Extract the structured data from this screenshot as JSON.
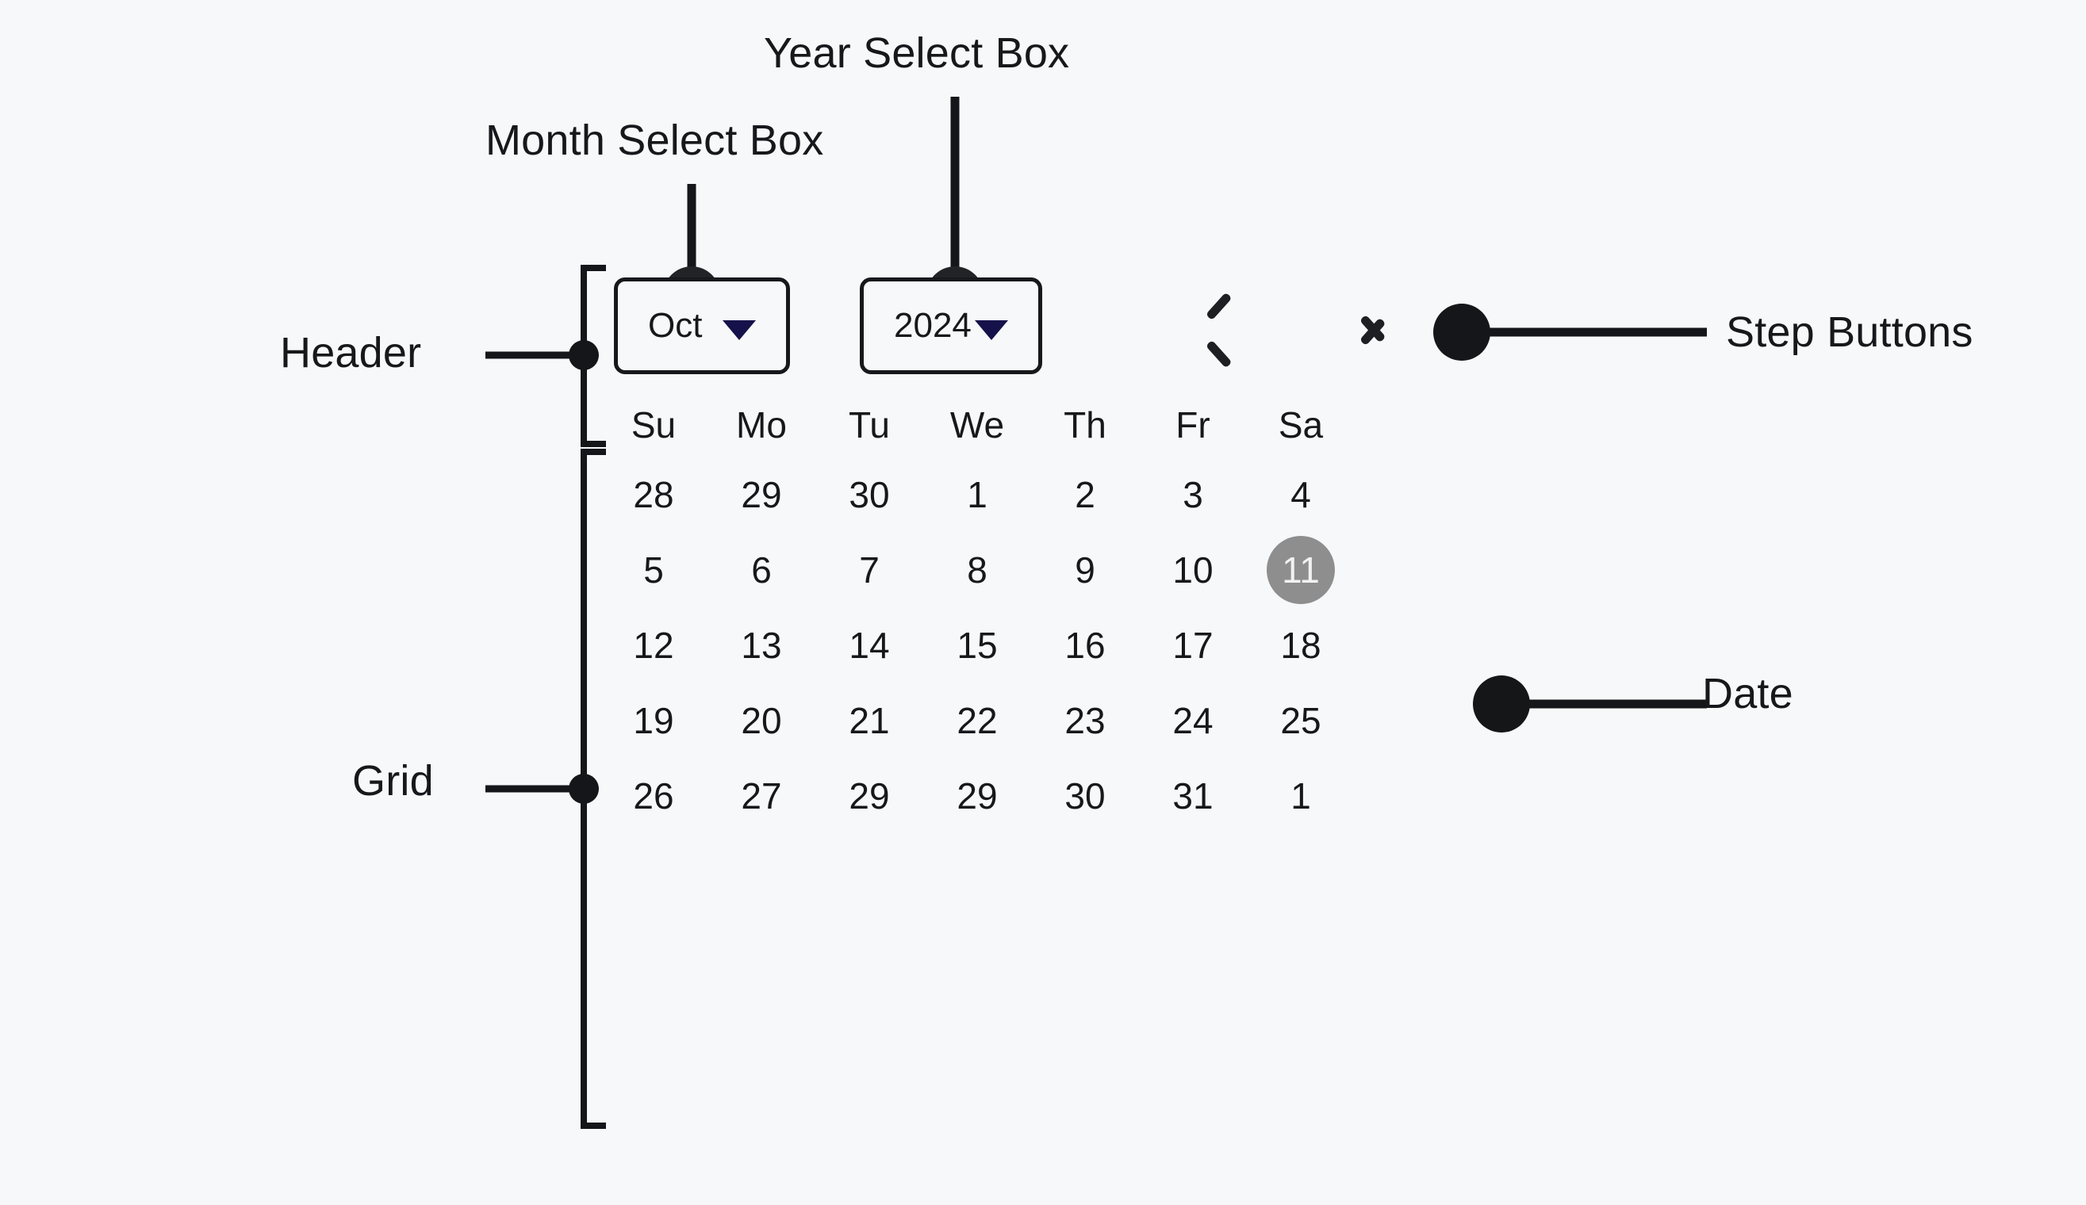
{
  "background_color": "#f7f8fa",
  "annotations": [
    {
      "id": "month-select",
      "label": "Month Select Box"
    },
    {
      "id": "year-select",
      "label": "Year Select Box"
    },
    {
      "id": "header",
      "label": "Header"
    },
    {
      "id": "grid",
      "label": "Grid"
    },
    {
      "id": "step-buttons",
      "label": "Step Buttons"
    },
    {
      "id": "date",
      "label": "Date"
    }
  ],
  "annotation_labels": {
    "month_select": "Month Select Box",
    "year_select": "Year Select Box",
    "header": "Header",
    "grid": "Grid",
    "step_buttons": "Step Buttons",
    "date": "Date"
  },
  "calendar": {
    "header": {
      "month_select": {
        "value": "Oct",
        "icon": "chevron-down-icon"
      },
      "year_select": {
        "value": "2024",
        "icon": "chevron-down-icon"
      },
      "step_buttons": [
        {
          "name": "previous",
          "icon": "chevron-left-icon"
        },
        {
          "name": "next",
          "icon": "chevron-right-icon"
        }
      ]
    },
    "grid": {
      "weekdays": [
        "Su",
        "Mo",
        "Tu",
        "We",
        "Th",
        "Fr",
        "Sa"
      ],
      "selected_day": "11",
      "weeks": [
        [
          "28",
          "29",
          "30",
          "1",
          "2",
          "3",
          "4"
        ],
        [
          "5",
          "6",
          "7",
          "8",
          "9",
          "10",
          "11"
        ],
        [
          "12",
          "13",
          "14",
          "15",
          "16",
          "17",
          "18"
        ],
        [
          "19",
          "20",
          "21",
          "22",
          "23",
          "24",
          "25"
        ],
        [
          "26",
          "27",
          "29",
          "29",
          "30",
          "31",
          "1"
        ]
      ]
    }
  },
  "colors": {
    "text": "#17181c",
    "annotation_line": "#15161a",
    "selected_day_bg": "#8e8e8e",
    "selected_day_text": "#f2f2f2",
    "select_arrow": "#15124b",
    "select_border": "#17181c"
  }
}
